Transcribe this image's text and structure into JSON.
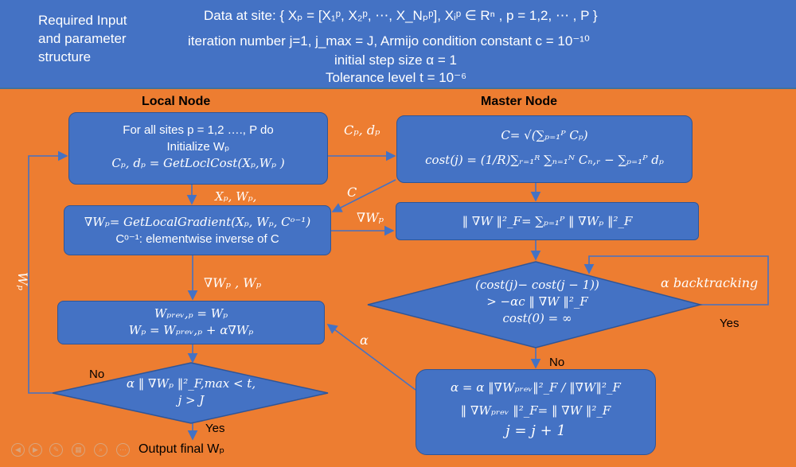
{
  "header": {
    "left_label_lines": [
      "Required Input",
      "and parameter",
      "structure"
    ],
    "line1": "Data at site: { Xₚ = [X₁ᵖ, X₂ᵖ, ⋯, X_Nₚᵖ], Xᵢᵖ ∈ Rⁿ , p = 1,2, ⋯ , P }",
    "line2": "iteration number j=1, j_max = J, Armijo condition constant c = 10⁻¹⁰",
    "line3": "initial step size α = 1",
    "line4": "Tolerance level t = 10⁻⁶"
  },
  "sections": {
    "local": "Local Node",
    "master": "Master Node"
  },
  "local_boxes": {
    "init": [
      "For all sites p = 1,2 …., P do",
      "Initialize Wₚ",
      "Cₚ, dₚ = GetLoclCost(Xₚ,Wₚ )"
    ],
    "grad": [
      "∇Wₚ= GetLocalGradient(Xₚ, Wₚ, Cᵒ⁻¹)",
      "Cᵒ⁻¹: elementwise inverse of C"
    ],
    "update": [
      "Wₚᵣₑᵥ,ₚ = Wₚ",
      "Wₚ = Wₚᵣₑᵥ,ₚ + α∇Wₚ"
    ],
    "check": [
      "α ‖ ∇Wₚ ‖²_F,max < t,",
      "j > J"
    ]
  },
  "master_boxes": {
    "cost": [
      "C= √(∑ₚ₌₁ᴾ Cₚ)",
      "cost(j) = (1/R)∑ᵣ₌₁ᴿ ∑ₙ₌₁ᴺ Cₙ,ᵣ − ∑ₚ₌₁ᴾ dₚ"
    ],
    "norm": [
      "‖ ∇W ‖²_F= ∑ₚ₌₁ᴾ ‖ ∇Wₚ ‖²_F"
    ],
    "armijo": [
      "(cost(j)− cost(j − 1))",
      "> −αc ‖ ∇W ‖²_F",
      "cost(0) = ∞"
    ],
    "step": [
      "α = α ‖∇Wₚᵣₑᵥ‖²_F / ‖∇W‖²_F",
      "‖ ∇Wₚᵣₑᵥ ‖²_F= ‖ ∇W ‖²_F",
      "j = j + 1"
    ]
  },
  "edge_labels": {
    "cp_dp": "Cₚ, dₚ",
    "xp_wp": "Xₚ, Wₚ,",
    "c": "C",
    "grad_wp": "∇Wₚ",
    "grad_wp_wp": "∇Wₚ ,  Wₚ",
    "wp_loop": "Wₚ",
    "alpha": "α",
    "alpha_backtracking": "α backtracking",
    "yes_master": "Yes",
    "no_master": "No",
    "no_local": "No",
    "yes_local": "Yes"
  },
  "output": "Output final Wₚ",
  "colors": {
    "background": "#ED7D31",
    "box": "#4472C4",
    "border": "#2F5597"
  }
}
